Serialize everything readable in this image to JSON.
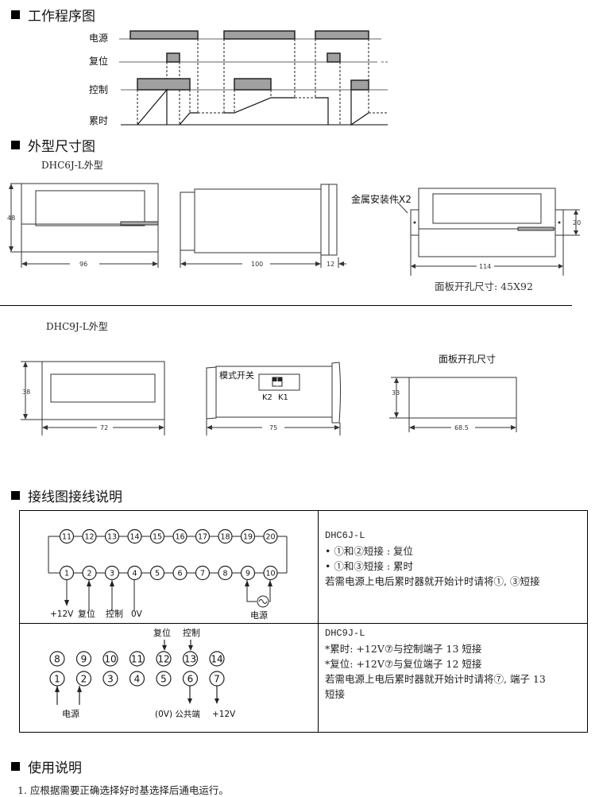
{
  "sections": {
    "timing": "工作程序图",
    "dimensions": "外型尺寸图",
    "wiring": "接线图接线说明",
    "usage": "使用说明"
  },
  "timing_diagram": {
    "signals": [
      "电源",
      "复位",
      "控制",
      "累时"
    ]
  },
  "dhc6j": {
    "model_label": "DHC6J-L外型",
    "front": {
      "height": "48",
      "width": "96"
    },
    "side": {
      "depth": "100",
      "front_depth": "12"
    },
    "mount": {
      "bracket_label": "金属安装件X2",
      "height": "20",
      "width": "114"
    },
    "cutout": "面板开孔尺寸: 45X92"
  },
  "dhc9j": {
    "model_label": "DHC9J-L外型",
    "front": {
      "height": "38",
      "width": "72"
    },
    "side": {
      "depth": "75",
      "switch_label": "模式开关",
      "switch_k2": "K2",
      "switch_k1": "K1"
    },
    "cutout": {
      "title": "面板开孔尺寸",
      "height": "33",
      "width": "68.5"
    }
  },
  "wiring": {
    "dhc6j": {
      "top_terminals": [
        "11",
        "12",
        "13",
        "14",
        "15",
        "16",
        "17",
        "18",
        "19",
        "20"
      ],
      "bottom_terminals": [
        "1",
        "2",
        "3",
        "4",
        "5",
        "6",
        "7",
        "8",
        "9",
        "10"
      ],
      "labels": {
        "t1": "+12V",
        "t2": "复位",
        "t3": "控制",
        "t4": "0V",
        "power": "电源"
      },
      "desc": [
        "DHC6J-L",
        "• ①和②短接 : 复位",
        "• ①和③短接 : 累时",
        "若需电源上电后累时器就开始计时请将①, ③短接"
      ]
    },
    "dhc9j": {
      "top_terminals": [
        "8",
        "9",
        "10",
        "11",
        "12",
        "13",
        "14"
      ],
      "bottom_terminals": [
        "1",
        "2",
        "3",
        "4",
        "5",
        "6",
        "7"
      ],
      "labels": {
        "reset": "复位",
        "control": "控制",
        "power": "电源",
        "common": "(0V) 公共端",
        "v12": "+12V"
      },
      "desc": [
        "DHC9J-L",
        "*累时: +12V⑦与控制端子 13 短接",
        "*复位: +12V⑦与复位端子 12 短接",
        "若需电源上电后累时器就开始计时请将⑦, 端子 13",
        "短接"
      ]
    }
  },
  "usage": {
    "items": [
      "1. 应根据需要正确选择好时基选择后通电运行。"
    ]
  }
}
